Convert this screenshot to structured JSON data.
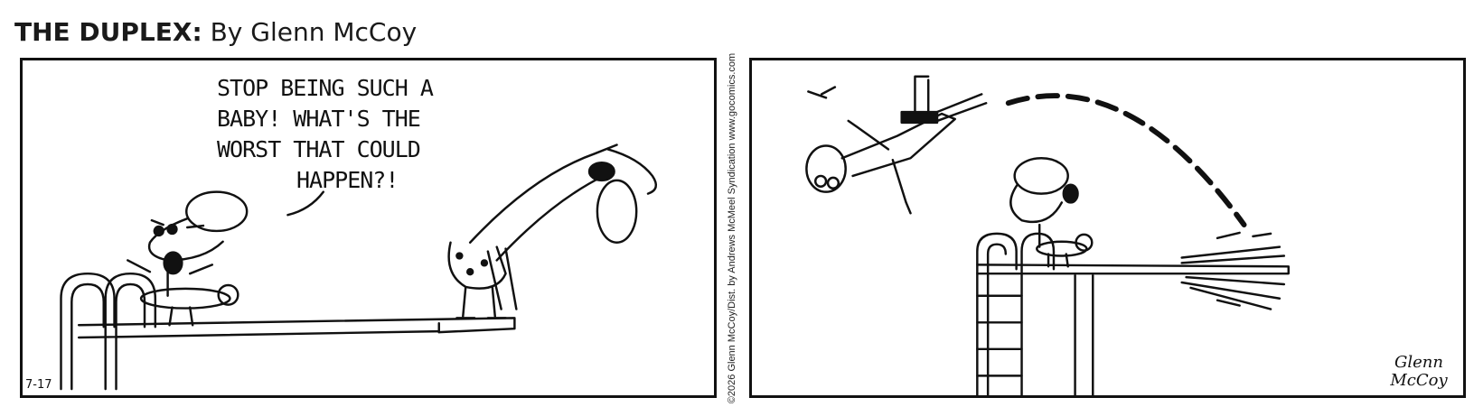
{
  "header": {
    "strip_name": "THE DUPLEX:",
    "byline": "By Glenn McCoy"
  },
  "panel1": {
    "speech": {
      "line1": "STOP BEING SUCH A",
      "line2": "BABY! WHAT'S THE",
      "line3": "WORST THAT COULD",
      "line4": "HAPPEN?!"
    },
    "date": "7-17"
  },
  "copyright": "©2026 Glenn McCoy/Dist. by Andrews McMeel Syndication www.gocomics.com",
  "panel2": {
    "signature_line1": "Glenn",
    "signature_line2": "McCoy"
  }
}
